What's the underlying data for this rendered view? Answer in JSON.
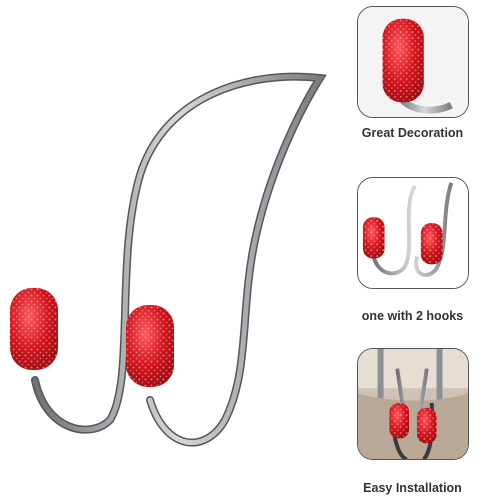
{
  "captions": {
    "decoration": "Great Decoration",
    "hooks": "one with 2 hooks",
    "installation": "Easy Installation"
  },
  "colors": {
    "metal": "#a9aaae",
    "rhinestone_red": "#d4141c",
    "frame": "#555555"
  }
}
